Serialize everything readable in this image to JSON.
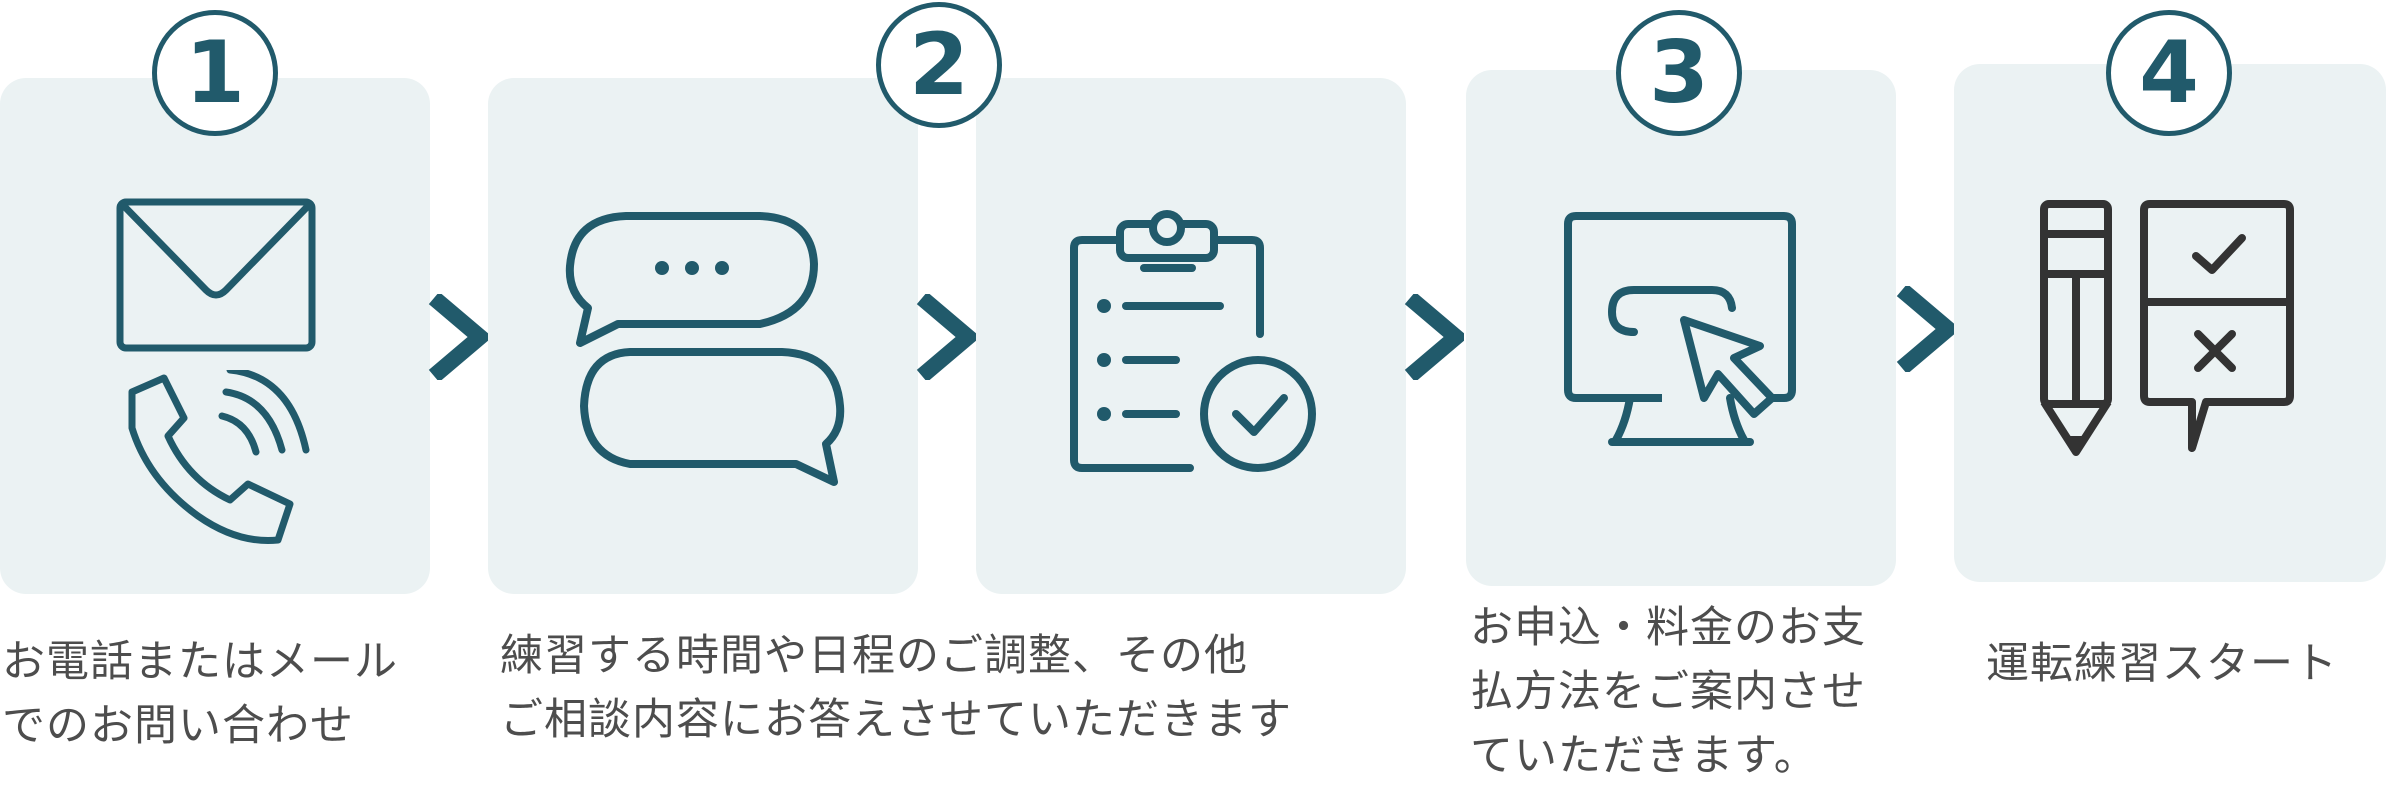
{
  "colors": {
    "accent": "#215a6b",
    "card_background": "#ebf2f3",
    "dark_icon": "#333333",
    "caption_text": "#4d4d4d"
  },
  "steps": [
    {
      "number": "1",
      "icons": [
        "envelope-icon",
        "phone-icon"
      ],
      "caption": "お電話またはメール\nでのお問い合わせ"
    },
    {
      "number": "2",
      "icons": [
        "chat-bubbles-icon",
        "clipboard-check-icon"
      ],
      "caption": "練習する時間や日程のご調整、その他\nご相談内容にお答えさせていただきます"
    },
    {
      "number": "3",
      "icons": [
        "monitor-click-icon"
      ],
      "caption": "お申込・料金のお支\n払方法をご案内させ\nていただきます。"
    },
    {
      "number": "4",
      "icons": [
        "pencil-checklist-icon"
      ],
      "caption": "運転練習スタート"
    }
  ]
}
